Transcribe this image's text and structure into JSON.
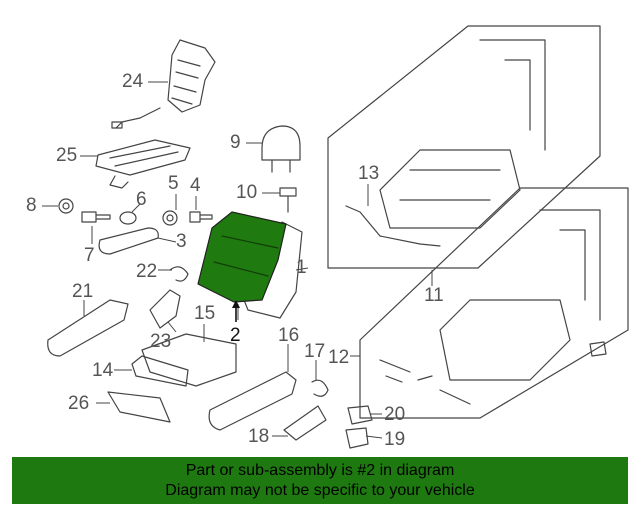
{
  "diagram": {
    "highlighted_part": "2",
    "highlight_color": "#1f7a10",
    "callouts": [
      "1",
      "2",
      "3",
      "4",
      "5",
      "6",
      "7",
      "8",
      "9",
      "10",
      "11",
      "12",
      "13",
      "14",
      "15",
      "16",
      "17",
      "18",
      "19",
      "20",
      "21",
      "22",
      "23",
      "24",
      "25",
      "26"
    ]
  },
  "banner": {
    "line1": "Part or sub-assembly is #2 in diagram",
    "line2": "Diagram may not be specific to your vehicle",
    "background": "#1e7a10"
  }
}
